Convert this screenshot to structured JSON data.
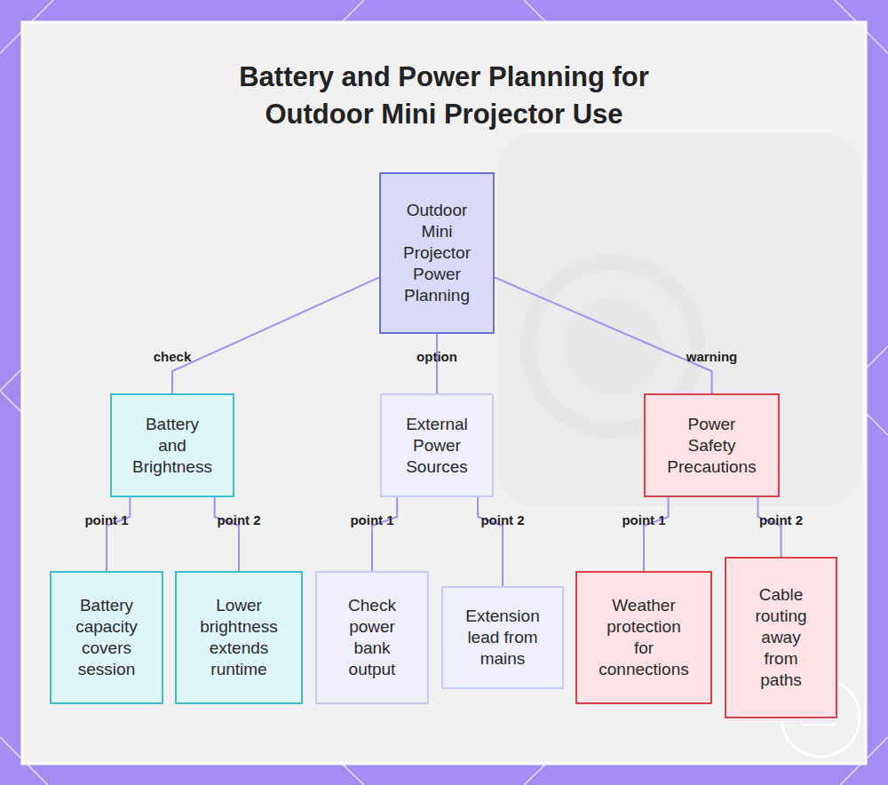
{
  "diagram": {
    "title": "Battery and Power Planning for Outdoor Mini Projector Use",
    "nodes": [
      {
        "text": [
          "Outdoor Mini Projector Power Planning"
        ]
      },
      {
        "text": [
          "Battery and Brightness"
        ]
      },
      {
        "text": [
          "External Power Sources"
        ]
      },
      {
        "text": [
          "Power Safety Precautions"
        ]
      },
      {
        "text": [
          "Battery capacity covers session"
        ]
      },
      {
        "text": [
          "Lower brightness extends runtime"
        ]
      },
      {
        "text": [
          "Check power bank output"
        ]
      },
      {
        "text": [
          "Extension lead from mains"
        ]
      },
      {
        "text": [
          "Weather protection for connections"
        ]
      },
      {
        "text": [
          "Cable routing away from paths"
        ]
      }
    ],
    "edges": [
      {
        "from": 0,
        "to": 1,
        "label": "check",
        "arrow": "none"
      },
      {
        "from": 0,
        "to": 2,
        "label": "option",
        "arrow": "none"
      },
      {
        "from": 0,
        "to": 3,
        "label": "warning",
        "arrow": "none"
      },
      {
        "from": 1,
        "to": 4,
        "label": "point 1",
        "arrow": "none"
      },
      {
        "from": 1,
        "to": 5,
        "label": "point 2",
        "arrow": "none"
      },
      {
        "from": 2,
        "to": 6,
        "label": "point 1",
        "arrow": "none"
      },
      {
        "from": 2,
        "to": 7,
        "label": "point 2",
        "arrow": "none"
      },
      {
        "from": 3,
        "to": 8,
        "label": "point 1",
        "arrow": "none"
      },
      {
        "from": 3,
        "to": 9,
        "label": "point 2",
        "arrow": "none"
      }
    ]
  }
}
